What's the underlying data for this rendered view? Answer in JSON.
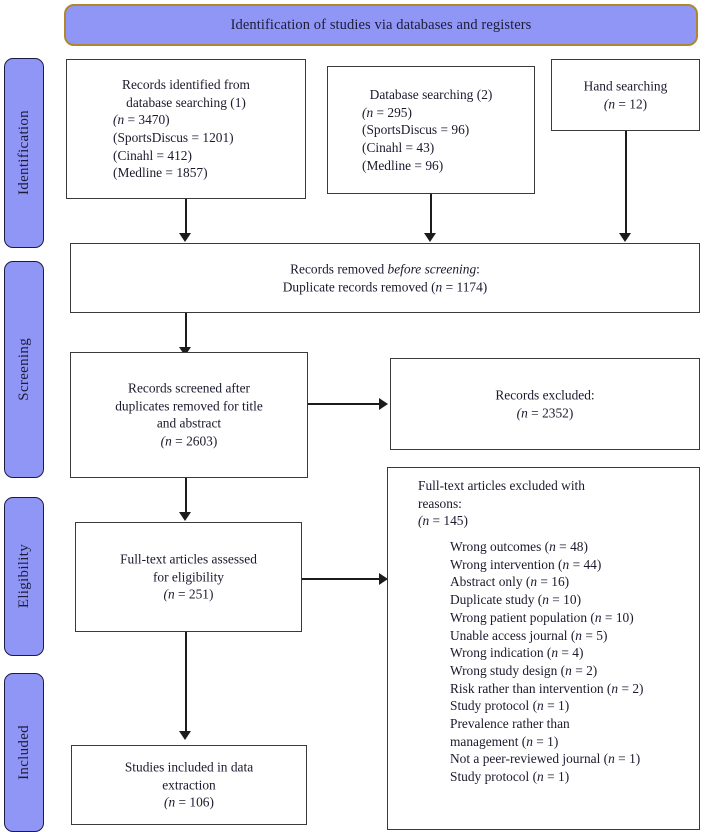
{
  "banner": {
    "title": "Identification of studies via databases and registers",
    "fill": "#9096f6",
    "border": "#b0872f"
  },
  "stages": [
    {
      "label": "Identification"
    },
    {
      "label": "Screening"
    },
    {
      "label": "Eligibility"
    },
    {
      "label": "Included"
    }
  ],
  "boxes": {
    "source1": {
      "line1": "Records identified from",
      "line2": "database searching (1)",
      "n_label": "(n",
      "n_value": " = 3470)",
      "detail1": "(SportsDiscus = 1201)",
      "detail2": "(Cinahl = 412)",
      "detail3": "(Medline = 1857)"
    },
    "source2": {
      "line1": "Database searching (2)",
      "n_label": "(n",
      "n_value": " = 295)",
      "detail1": "(SportsDiscus = 96)",
      "detail2": "(Cinahl = 43)",
      "detail3": "(Medline = 96)"
    },
    "source3": {
      "line1": "Hand searching",
      "n_label": "(n",
      "n_value": " = 12)"
    },
    "removed": {
      "line1_a": "Records removed ",
      "line1_italic": "before screening",
      "line1_b": ":",
      "line2_a": "Duplicate records removed (",
      "line2_n": "n",
      "line2_b": " = 1174)"
    },
    "screened": {
      "line1": "Records screened after",
      "line2": "duplicates removed for title",
      "line3": "and abstract",
      "n_label": "(n",
      "n_value": " = 2603)"
    },
    "records_excluded": {
      "line1": "Records excluded:",
      "n_label": "(n",
      "n_value": " = 2352)"
    },
    "fulltext": {
      "line1": "Full-text articles assessed",
      "line2": "for eligibility",
      "n_label": "(n",
      "n_value": " = 251)"
    },
    "fulltext_excluded": {
      "line1": "Full-text articles excluded with",
      "line2": "reasons:",
      "n_label": "(n",
      "n_value": " = 145)",
      "reasons": [
        {
          "text": "Wrong outcomes (",
          "n": "n",
          "count": " = 48)"
        },
        {
          "text": "Wrong intervention (",
          "n": "n",
          "count": " = 44)"
        },
        {
          "text": "Abstract only (",
          "n": "n",
          "count": " = 16)"
        },
        {
          "text": "Duplicate study (",
          "n": "n",
          "count": " = 10)"
        },
        {
          "text": "Wrong patient population (",
          "n": "n",
          "count": " = 10)"
        },
        {
          "text": "Unable access journal (",
          "n": "n",
          "count": " = 5)"
        },
        {
          "text": "Wrong indication (",
          "n": "n",
          "count": " = 4)"
        },
        {
          "text": "Wrong study design (",
          "n": "n",
          "count": " = 2)"
        },
        {
          "text": "Risk rather than intervention (",
          "n": "n",
          "count": " = 2)"
        },
        {
          "text": "Study protocol (",
          "n": "n",
          "count": " = 1)"
        },
        {
          "text": "Prevalence rather than",
          "n": "",
          "count": ""
        },
        {
          "text": "management (",
          "n": "n",
          "count": " = 1)"
        },
        {
          "text": "Not a peer-reviewed journal (",
          "n": "n",
          "count": " = 1)"
        },
        {
          "text": "Study protocol (",
          "n": "n",
          "count": " = 1)"
        }
      ]
    },
    "included": {
      "line1": "Studies included in data",
      "line2": "extraction",
      "n_label": "(n",
      "n_value": " = 106)"
    }
  }
}
